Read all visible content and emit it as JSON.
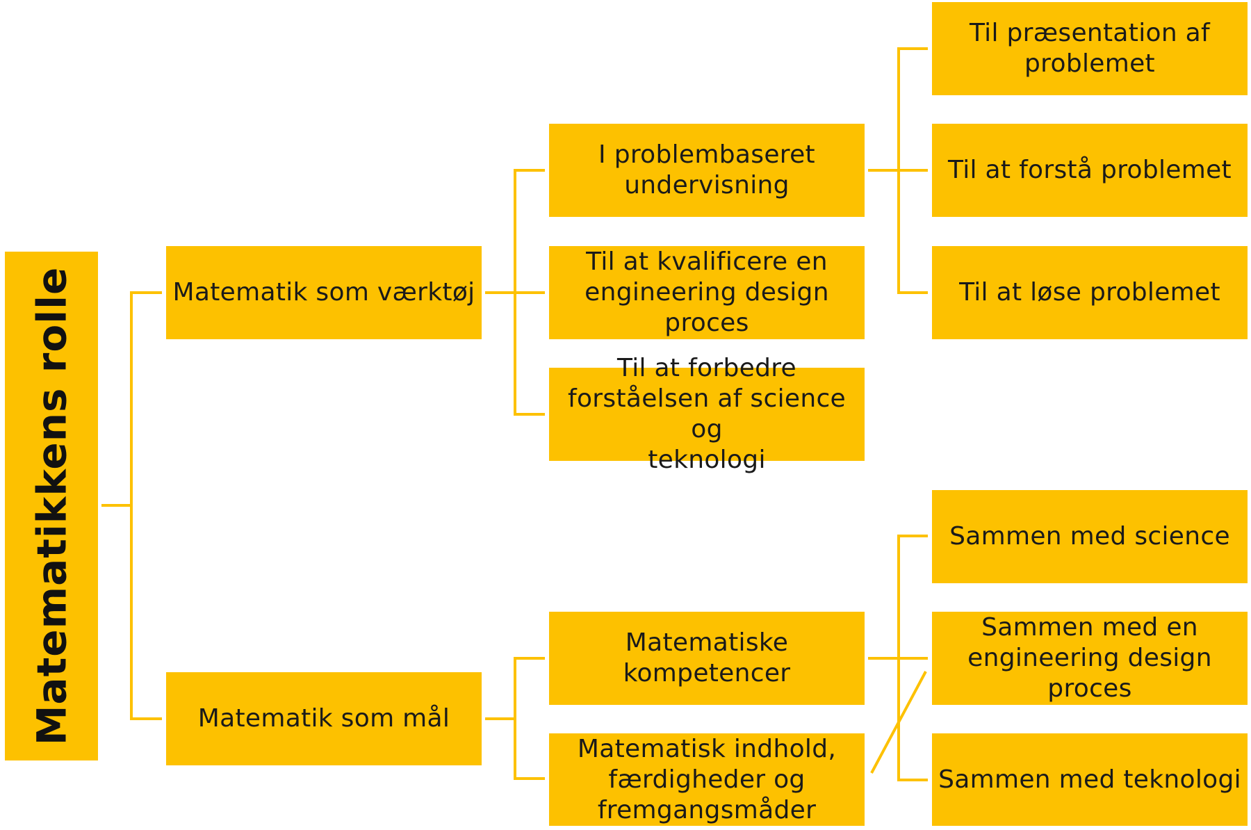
{
  "diagram": {
    "accent_color": "#fdc100",
    "text_color": "#1a1a1a",
    "root": {
      "label": "Matematikkens rolle"
    },
    "tool": {
      "label": "Matematik som værktøj",
      "children": {
        "pbl": {
          "lines": [
            "I problembaseret",
            "undervisning"
          ],
          "children": {
            "presentation": {
              "lines": [
                "Til præsentation af",
                "problemet"
              ]
            },
            "understand": {
              "lines": [
                "Til at forstå problemet"
              ]
            },
            "solve": {
              "lines": [
                "Til at løse problemet"
              ]
            }
          }
        },
        "edp": {
          "lines": [
            "Til at kvalificere en",
            "engineering design",
            "proces"
          ]
        },
        "science": {
          "lines": [
            "Til at forbedre",
            "forståelsen af science og",
            "teknologi"
          ]
        }
      }
    },
    "goal": {
      "label": "Matematik som mål",
      "children": {
        "competences": {
          "lines": [
            "Matematiske",
            "kompetencer"
          ],
          "children": {
            "with_science": {
              "lines": [
                "Sammen med science"
              ]
            },
            "with_edp": {
              "lines": [
                "Sammen med en",
                "engineering design",
                "proces"
              ]
            },
            "with_technology": {
              "lines": [
                "Sammen med teknologi"
              ]
            }
          }
        },
        "content": {
          "lines": [
            "Matematisk indhold,",
            "færdigheder og",
            "fremgangsmåder"
          ]
        }
      }
    }
  }
}
